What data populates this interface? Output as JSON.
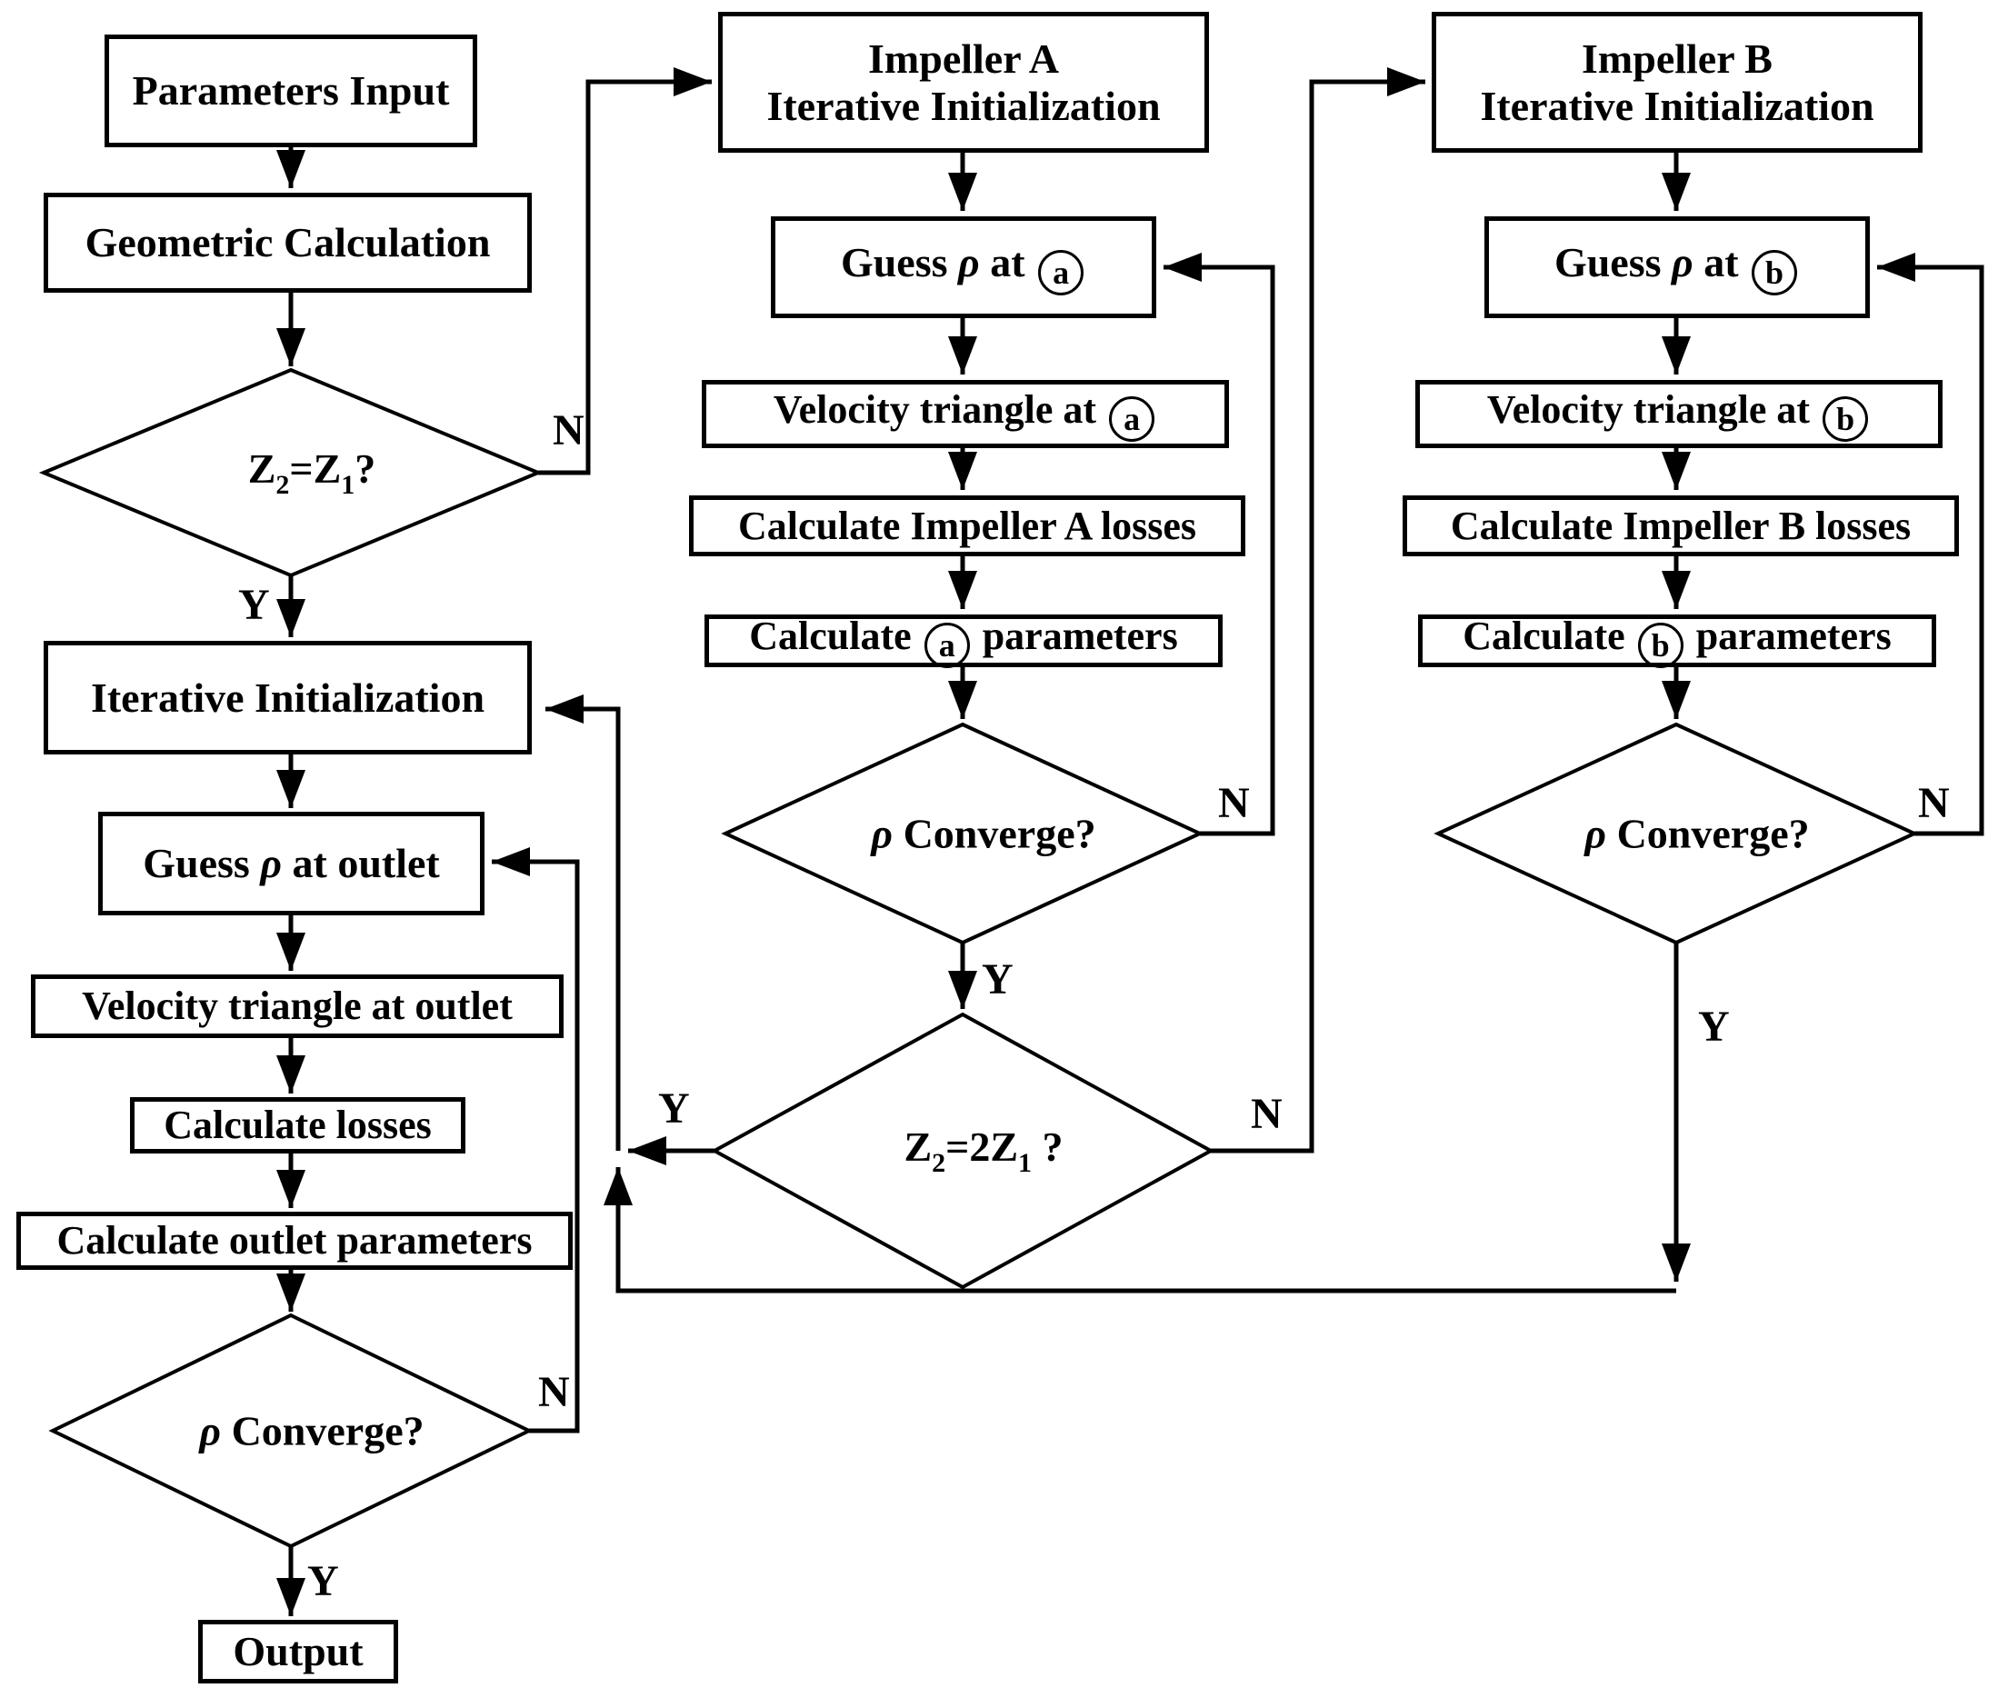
{
  "flowchart": {
    "labels": {
      "yes": "Y",
      "no": "N"
    },
    "rho": "ρ",
    "left": {
      "parameters_input": "Parameters Input",
      "geometric_calculation": "Geometric Calculation",
      "z_check": {
        "z": "Z",
        "sub2": "2",
        "eq": "=Z",
        "sub1": "1",
        "q": "?"
      },
      "iterative_initialization": "Iterative Initialization",
      "guess_rho_outlet": {
        "pre": "Guess ",
        "post": " at outlet"
      },
      "velocity_triangle_outlet": "Velocity triangle at outlet",
      "calculate_losses": "Calculate losses",
      "calculate_outlet_parameters": "Calculate outlet parameters",
      "rho_converge": {
        "post": " Converge?"
      },
      "output": "Output"
    },
    "impeller_a": {
      "title_line1": "Impeller A",
      "title_line2": "Iterative Initialization",
      "point": "a",
      "guess_rho": {
        "pre": "Guess ",
        "mid": " at "
      },
      "velocity_triangle": {
        "pre": "Velocity triangle at "
      },
      "calculate_losses": "Calculate Impeller A losses",
      "calculate_parameters": {
        "pre": "Calculate ",
        "post": " parameters"
      },
      "rho_converge": {
        "post": " Converge?"
      },
      "z_check": {
        "z": "Z",
        "sub2": "2",
        "eq": "=2Z",
        "sub1": "1",
        "q": " ?"
      }
    },
    "impeller_b": {
      "title_line1": "Impeller B",
      "title_line2": "Iterative Initialization",
      "point": "b",
      "guess_rho": {
        "pre": "Guess ",
        "mid": " at "
      },
      "velocity_triangle": {
        "pre": "Velocity triangle at "
      },
      "calculate_losses": "Calculate Impeller B losses",
      "calculate_parameters": {
        "pre": "Calculate ",
        "post": " parameters"
      },
      "rho_converge": {
        "post": " Converge?"
      }
    }
  }
}
